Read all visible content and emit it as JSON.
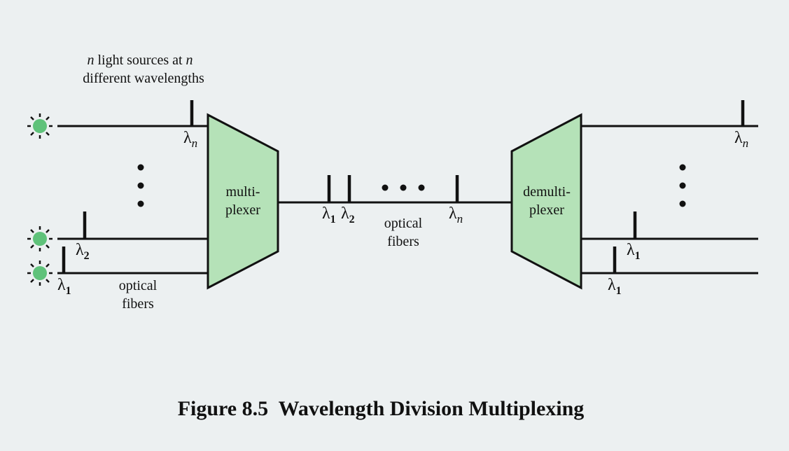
{
  "diagram": {
    "caption": "Figure 8.5  Wavelength Division Multiplexing",
    "sources_label": {
      "line1_var": "n",
      "line1_mid": " light sources at ",
      "line1_var2": "n",
      "line2": "different wavelengths"
    },
    "multiplexer": {
      "line1": "multi-",
      "line2": "plexer"
    },
    "demultiplexer": {
      "line1": "demulti-",
      "line2": "plexer"
    },
    "input_fibers_label": {
      "line1": "optical",
      "line2": "fibers"
    },
    "trunk_fibers_label": {
      "line1": "optical",
      "line2": "fibers"
    },
    "lambda_symbol": "λ",
    "lambda_subs": {
      "one": "1",
      "two": "2",
      "n": "n"
    },
    "colors": {
      "box_fill": "#b5e2b8",
      "source_fill": "#5fc27a",
      "line": "#111111",
      "background": "#ecf0f1"
    }
  }
}
